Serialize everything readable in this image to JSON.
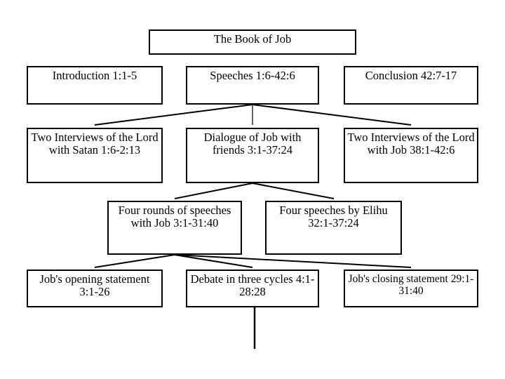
{
  "diagram": {
    "type": "hierarchy-tree",
    "title": "The Book of Job",
    "background_color": "#ffffff",
    "line_color": "#000000",
    "box_border_color": "#000000",
    "text_color": "#000000",
    "nodes": {
      "root": {
        "label": "The Book of Job"
      },
      "introduction": {
        "label": "Introduction 1:1-5"
      },
      "speeches": {
        "label": "Speeches 1:6-42:6"
      },
      "conclusion": {
        "label": "Conclusion 42:7-17"
      },
      "interviews_satan": {
        "label": "Two Interviews of the Lord with Satan 1:6-2:13"
      },
      "dialogue_friends": {
        "label": "Dialogue of Job with friends 3:1-37:24"
      },
      "interviews_job": {
        "label": "Two Interviews of the Lord with Job 38:1-42:6"
      },
      "four_rounds": {
        "label": "Four rounds of speeches with Job 3:1-31:40"
      },
      "elihu_speeches": {
        "label": "Four speeches by Elihu 32:1-37:24"
      },
      "job_opening": {
        "label": "Job's opening statement 3:1-26"
      },
      "debate_cycles": {
        "label": "Debate in three cycles 4:1-28:28"
      },
      "job_closing": {
        "label": "Job's closing statement 29:1-31:40"
      }
    }
  }
}
